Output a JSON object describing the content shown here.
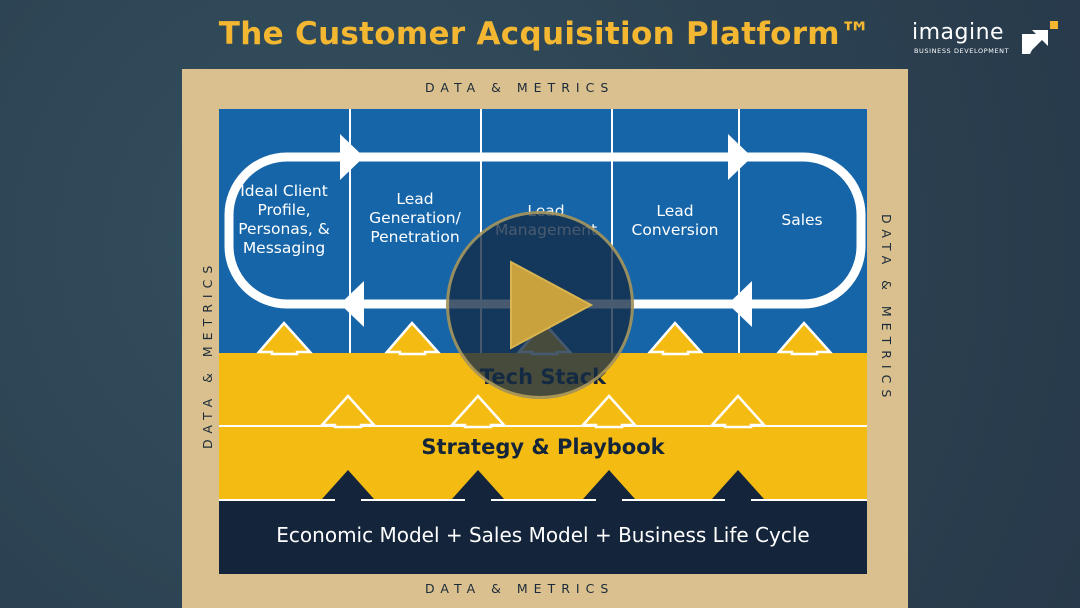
{
  "header": {
    "title": "The Customer Acquisition Platform™"
  },
  "logo": {
    "word": "imagine",
    "sub": "BUSINESS DEVELOPMENT"
  },
  "frame": {
    "top": "DATA & METRICS",
    "bottom": "DATA & METRICS",
    "left": "DATA & METRICS",
    "right": "DATA & METRICS"
  },
  "stages": [
    {
      "label": "Ideal Client Profile, Personas, & Messaging"
    },
    {
      "label": "Lead Generation/ Penetration"
    },
    {
      "label": "Lead Management"
    },
    {
      "label": "Lead Conversion"
    },
    {
      "label": "Sales"
    }
  ],
  "layers": {
    "tech_stack": "Tech Stack",
    "strategy": "Strategy & Playbook",
    "base": "Economic Model  +  Sales Model  +  Business Life Cycle"
  },
  "colors": {
    "title": "#f3b731",
    "blue": "#1565a8",
    "yellow": "#f4bc12",
    "navy": "#14243a",
    "board": "#d9c08e"
  },
  "icons": {
    "play": "play-icon",
    "logo_mark": "arrow-logo-icon"
  }
}
